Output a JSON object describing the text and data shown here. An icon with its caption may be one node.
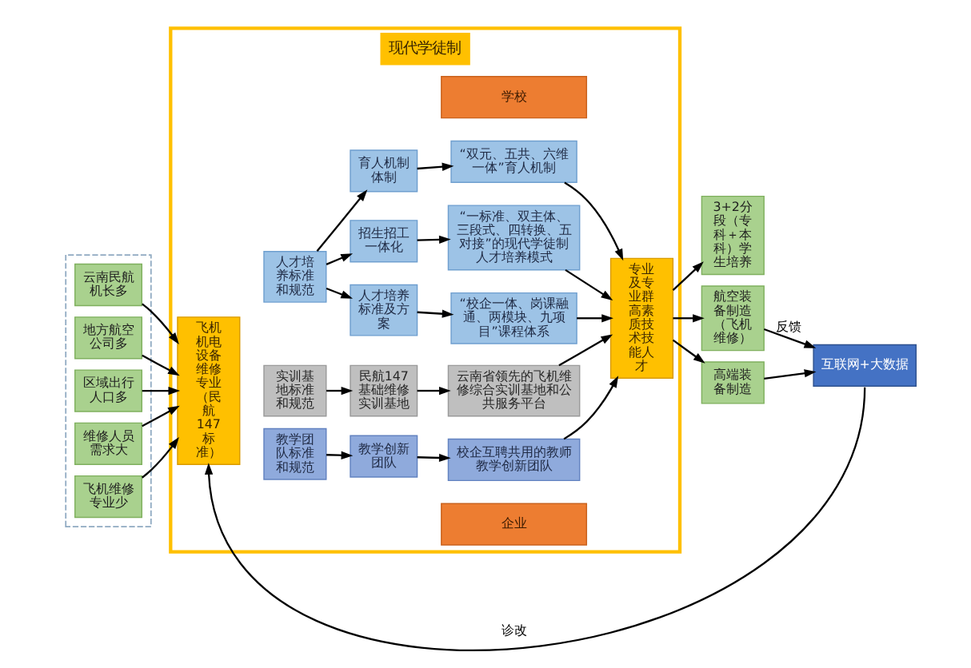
{
  "diagram": {
    "nodes": [
      {
        "text": [],
        "shape": "box"
      },
      {
        "text": [
          "云南民航机长多"
        ],
        "in": 0
      },
      {
        "text": [
          "地方航空公司多"
        ],
        "in": 0
      },
      {
        "text": [
          "区域出行人口多"
        ],
        "in": 0
      },
      {
        "text": [
          "维修人员需求大"
        ],
        "in": 0
      },
      {
        "text": [
          "飞机维修专业少"
        ],
        "in": 0
      },
      {
        "text": [
          "现代学徒制"
        ]
      },
      {
        "text": [
          "飞机机电设备维修专业（民航147标准）"
        ],
        "in": 6
      },
      {
        "text": [
          "人才培养标准和规范"
        ],
        "in": 6
      },
      {
        "text": [
          "实训基地标准和规范"
        ],
        "in": 6
      },
      {
        "text": [
          "教学团队标准和规范"
        ],
        "in": 6
      },
      {
        "text": [
          "学校"
        ],
        "in": 6
      },
      {
        "text": [
          "育人机制体制"
        ],
        "in": 6
      },
      {
        "text": [
          "“双元、五共、六维一体”育人机制"
        ],
        "in": 6
      },
      {
        "text": [
          "招生招工一体化"
        ],
        "in": 6
      },
      {
        "text": [
          "“一标准、双主体、三段式、四转换、五对接”的现代学徒制人才培养模式"
        ],
        "in": 6
      },
      {
        "text": [
          "人才培养标准及方案"
        ],
        "in": 6
      },
      {
        "text": [
          "“校企一体、岗课融通、两模块、九项目”课程体系"
        ],
        "in": 6
      },
      {
        "text": [
          "民航147基础维修实训基地"
        ],
        "in": 6
      },
      {
        "text": [
          "云南省领先的飞机维修综合实训基地和公共服务平台"
        ],
        "in": 6
      },
      {
        "text": [
          "教学创新团队"
        ],
        "in": 6
      },
      {
        "text": [
          "校企互聘共用的教师教学创新团队"
        ],
        "in": 6
      },
      {
        "text": [
          "企业"
        ],
        "in": 6
      },
      {
        "text": [
          "专业及专业群高素质技术技能人才"
        ],
        "in": 6
      },
      {
        "text": [
          "3+2分段（专科＋本科）学生培养"
        ]
      },
      {
        "text": [
          "航空装备制造（飞机维修）"
        ]
      },
      {
        "text": [
          "高端装备制造"
        ]
      },
      {
        "text": [
          "互联网+大数据"
        ]
      }
    ],
    "edges": [
      {
        "from": 1,
        "to": 7,
        "arrow": "to"
      },
      {
        "from": 2,
        "to": 7,
        "arrow": "to"
      },
      {
        "from": 3,
        "to": 7,
        "arrow": "to"
      },
      {
        "from": 4,
        "to": 7,
        "arrow": "to"
      },
      {
        "from": 5,
        "to": 7,
        "arrow": "to"
      },
      {
        "from": 8,
        "to": 12,
        "arrow": "to"
      },
      {
        "from": 8,
        "to": 14,
        "arrow": "to"
      },
      {
        "from": 8,
        "to": 16,
        "arrow": "to"
      },
      {
        "from": 9,
        "to": 18,
        "arrow": "to"
      },
      {
        "from": 10,
        "to": 20,
        "arrow": "to"
      },
      {
        "from": 12,
        "to": 13,
        "arrow": "to"
      },
      {
        "from": 14,
        "to": 15,
        "arrow": "to"
      },
      {
        "from": 16,
        "to": 17,
        "arrow": "to"
      },
      {
        "from": 18,
        "to": 19,
        "arrow": "to"
      },
      {
        "from": 20,
        "to": 21,
        "arrow": "to"
      },
      {
        "from": 13,
        "to": 23,
        "arrow": "to"
      },
      {
        "from": 15,
        "to": 23,
        "arrow": "to"
      },
      {
        "from": 17,
        "to": 23,
        "arrow": "to"
      },
      {
        "from": 19,
        "to": 23,
        "arrow": "to"
      },
      {
        "from": 21,
        "to": 23,
        "arrow": "to"
      },
      {
        "from": 23,
        "to": 24,
        "arrow": "to"
      },
      {
        "from": 23,
        "to": 25,
        "arrow": "to"
      },
      {
        "from": 23,
        "to": 26,
        "arrow": "to"
      },
      {
        "from": 25,
        "to": 27,
        "arrow": "to",
        "label": "反馈"
      },
      {
        "from": 26,
        "to": 27,
        "arrow": "to"
      },
      {
        "from": 27,
        "to": 7,
        "arrow": "to",
        "label": "诊改"
      }
    ]
  }
}
